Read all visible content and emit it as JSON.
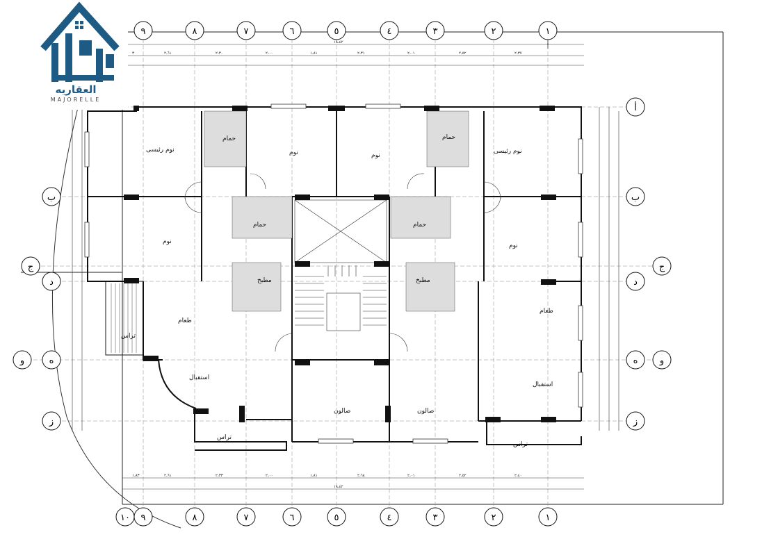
{
  "logo": {
    "title": "العقاريه",
    "subtitle": "MAJORELLE",
    "brand_color": "#1e5b84"
  },
  "grid": {
    "top_columns": [
      "٩",
      "٨",
      "٧",
      "٦",
      "٥",
      "٤",
      "٣",
      "٢",
      "١"
    ],
    "bottom_columns": [
      "١٠",
      "٩",
      "٨",
      "٧",
      "٦",
      "٥",
      "٤",
      "٣",
      "٢",
      "١"
    ],
    "rows_right": [
      "أ",
      "ب",
      "ج",
      "د",
      "ه",
      "و",
      "ز"
    ],
    "rows_left": [
      "ب",
      "ج",
      "د",
      "ه",
      "و",
      "ز"
    ]
  },
  "dimensions": {
    "top_total": "١٨،٤٢",
    "top_segments": [
      "٣",
      "٢،٦١",
      "٢،٣٠",
      "٢،٠٠",
      "١،٨١",
      "٢،٣١",
      "٢،٠١",
      "٢،٥٢",
      "٢،٣٧"
    ],
    "bottom_total": "١٨،٤٢",
    "bottom_segments": [
      "١،٨٣",
      "٢،٦١",
      "٢،٣٣",
      "٢،٠٠",
      "١،٨١",
      "٢،٦٨",
      "٢،٠١",
      "٢،٥٢",
      "٢،٤٠"
    ]
  },
  "rooms": {
    "master_bed_left": "نوم رئيسى",
    "master_bed_right": "نوم رئيسى",
    "bath_top_left": "حمام",
    "bath_top_right": "حمام",
    "bed_top_center_left": "نوم",
    "bed_top_center_right": "نوم",
    "bath_mid_left": "حمام",
    "bath_mid_right": "حمام",
    "bed_mid_left": "نوم",
    "bed_mid_right": "نوم",
    "kitchen_left": "مطبخ",
    "kitchen_right": "مطبخ",
    "dining_left": "طعام",
    "dining_right": "طعام",
    "terrace_left": "تراس",
    "reception_left": "استقبال",
    "reception_right": "استقبال",
    "salon_left": "صالون",
    "salon_right": "صالون",
    "terrace_bottom_left": "تراس",
    "terrace_bottom_right": "تراس"
  }
}
